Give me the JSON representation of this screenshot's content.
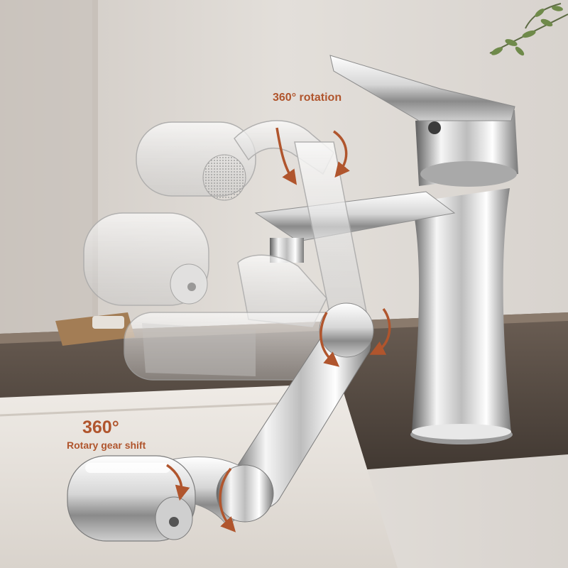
{
  "labels": {
    "top_rotation": "360° rotation",
    "bottom_degree": "360°",
    "bottom_gear": "Rotary gear shift"
  },
  "colors": {
    "accent": "#b0552d",
    "wall": "#d9d4cf",
    "counter": "#4a4038",
    "sink": "#e7e2dc",
    "chrome_light": "#f4f4f4",
    "chrome_dark": "#6e6e6e"
  },
  "icons": [
    "rotation-arrow-icon",
    "plant-icon"
  ]
}
